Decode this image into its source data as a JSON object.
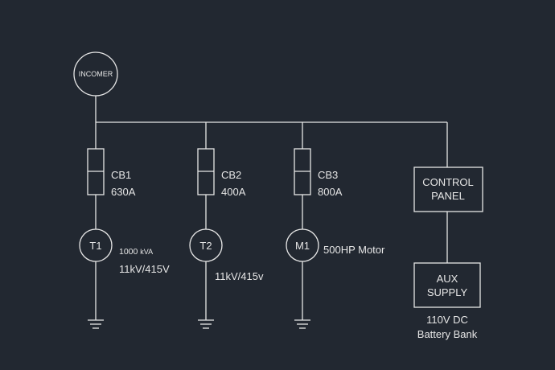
{
  "incomer": {
    "label": "INCOMER"
  },
  "feeders": [
    {
      "breaker": "CB1",
      "rating": "630A",
      "device": "T1",
      "desc_line1_num": "1000 ",
      "desc_line1_unit": "kVA",
      "desc_line2": "11kV/415V"
    },
    {
      "breaker": "CB2",
      "rating": "400A",
      "device": "T2",
      "desc_line2": "11kV/415v"
    },
    {
      "breaker": "CB3",
      "rating": "800A",
      "device": "M1",
      "desc_line1": "500HP Motor"
    }
  ],
  "control_panel": {
    "line1": "CONTROL",
    "line2": "PANEL"
  },
  "aux_supply": {
    "line1": "AUX",
    "line2": "SUPPLY",
    "note_line1": "110V DC",
    "note_line2": "Battery Bank"
  },
  "colors": {
    "background": "#222831",
    "line": "#e6e6e6"
  }
}
